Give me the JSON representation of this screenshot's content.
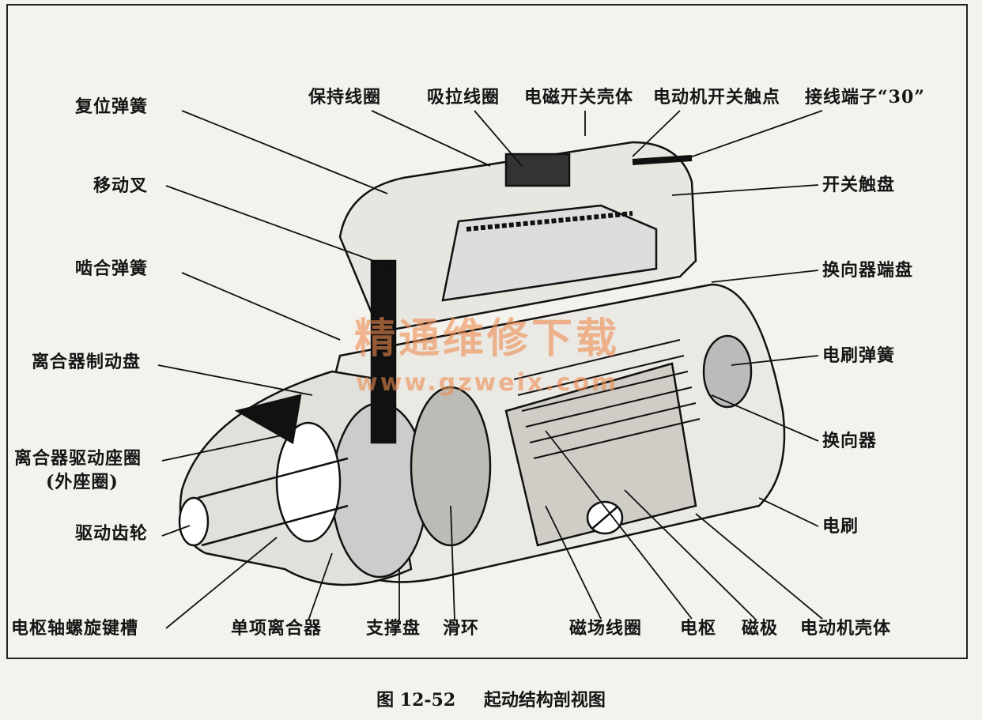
{
  "labels": {
    "reset_spring": "复位弹簧",
    "shift_fork": "移动叉",
    "mesh_spring": "啮合弹簧",
    "clutch_brake_disc": "离合器制动盘",
    "clutch_drive_ring": "离合器驱动座圈",
    "outer_ring": "(外座圈)",
    "drive_gear": "驱动齿轮",
    "armature_shaft_spline": "电枢轴螺旋键槽",
    "one_way_clutch": "单项离合器",
    "support_disc": "支撑盘",
    "slip_ring": "滑环",
    "field_coil": "磁场线圈",
    "armature": "电枢",
    "magnetic_pole": "磁极",
    "motor_housing": "电动机壳体",
    "hold_coil": "保持线圈",
    "pull_coil": "吸拉线圈",
    "solenoid_housing": "电磁开关壳体",
    "motor_switch_contact": "电动机开关触点",
    "terminal_30": "接线端子“30”",
    "switch_contact_disc": "开关触盘",
    "commutator_end_plate": "换向器端盘",
    "brush_spring": "电刷弹簧",
    "commutator": "换向器",
    "brush": "电刷"
  },
  "watermark": {
    "line1": "精通维修下载",
    "line2": "www.gzweix.com"
  },
  "caption": {
    "figure_number": "图 12-52",
    "title": "起动结构剖视图"
  }
}
